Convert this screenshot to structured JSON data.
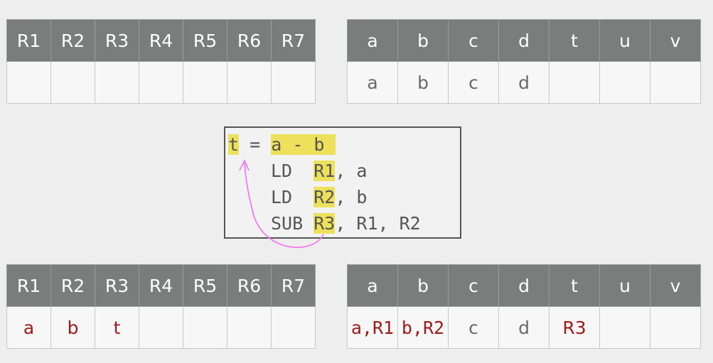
{
  "regs_top": {
    "headers": [
      "R1",
      "R2",
      "R3",
      "R4",
      "R5",
      "R6",
      "R7"
    ],
    "values": [
      "",
      "",
      "",
      "",
      "",
      "",
      ""
    ]
  },
  "vars_top": {
    "headers": [
      "a",
      "b",
      "c",
      "d",
      "t",
      "u",
      "v"
    ],
    "values": [
      "a",
      "b",
      "c",
      "d",
      "",
      "",
      ""
    ]
  },
  "regs_bottom": {
    "headers": [
      "R1",
      "R2",
      "R3",
      "R4",
      "R5",
      "R6",
      "R7"
    ],
    "values": [
      "a",
      "b",
      "t",
      "",
      "",
      "",
      ""
    ]
  },
  "vars_bottom": {
    "headers": [
      "a",
      "b",
      "c",
      "d",
      "t",
      "u",
      "v"
    ],
    "values": [
      "a,R1",
      "b,R2",
      "c",
      "d",
      "R3",
      "",
      ""
    ]
  },
  "code": {
    "line1": {
      "target": "t",
      "eq": " = ",
      "expr": "a - b "
    },
    "line2": {
      "op": "LD  ",
      "reg": "R1",
      "rest": ", a"
    },
    "line3": {
      "op": "LD  ",
      "reg": "R2",
      "rest": ", b"
    },
    "line4": {
      "op": "SUB ",
      "reg": "R3",
      "rest": ", R1, R2"
    }
  },
  "colors": {
    "header_bg": "#7a7d7b",
    "highlight": "#ede05a",
    "updated_value": "#9e1a1a",
    "arrow": "#f07cf0"
  }
}
